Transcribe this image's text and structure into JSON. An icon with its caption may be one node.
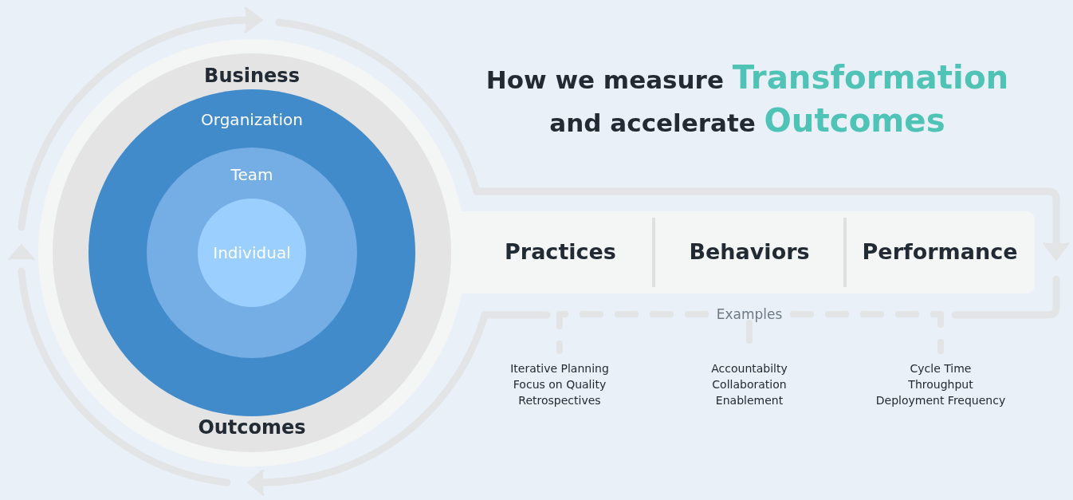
{
  "diagram": {
    "title": "How we measure **Transformation** and accelerate **Outcomes**",
    "nodes": [
      {
        "text": [
          "Business",
          "Outcomes"
        ]
      },
      {
        "text": [
          "Organization"
        ],
        "in": 0
      },
      {
        "text": [
          "Team"
        ],
        "in": 1
      },
      {
        "text": [
          "Individual"
        ],
        "in": 2
      },
      {
        "text": [],
        "shape": "box"
      },
      {
        "text": [
          "Practices"
        ],
        "in": 4
      },
      {
        "text": [
          "Behaviors"
        ],
        "in": 4
      },
      {
        "text": [
          "Performance"
        ],
        "in": 4
      },
      {
        "text": [
          "Examples"
        ]
      },
      {
        "text": [
          "Iterative Planning",
          "Focus on Quality",
          "Retrospectives"
        ]
      },
      {
        "text": [
          "Accountabilty",
          "Collaboration",
          "Enablement"
        ]
      },
      {
        "text": [
          "Cycle Time",
          "Throughput",
          "Deployment Frequency"
        ]
      }
    ],
    "edges": [
      {
        "from": 8,
        "to": 9,
        "arrow": "none",
        "style": "dashed"
      },
      {
        "from": 8,
        "to": 10,
        "arrow": "none",
        "style": "dashed"
      },
      {
        "from": 8,
        "to": 11,
        "arrow": "none",
        "style": "dashed"
      }
    ]
  }
}
